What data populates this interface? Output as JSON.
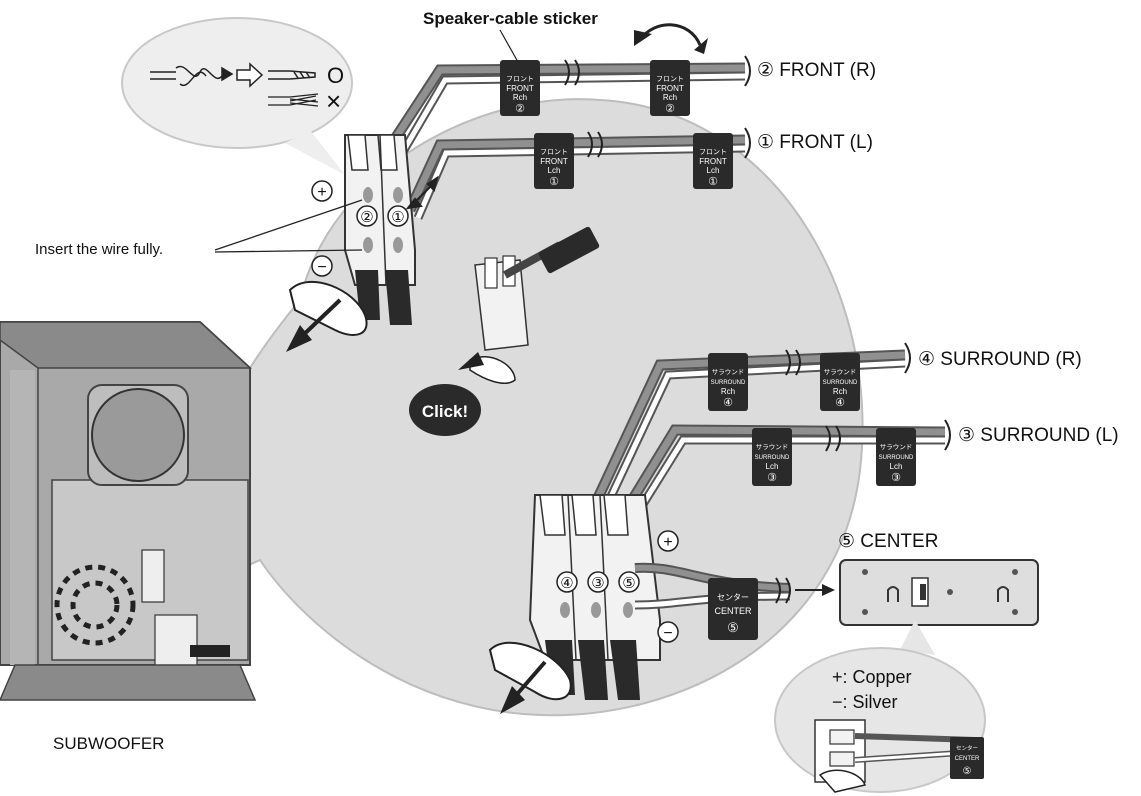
{
  "title": "Speaker-cable sticker",
  "instruction": "Insert the wire fully.",
  "click_label": "Click!",
  "symbols": {
    "ok": "O",
    "ng": "×",
    "plus": "+",
    "minus": "−"
  },
  "channels": {
    "front_r": "② FRONT (R)",
    "front_l": "① FRONT (L)",
    "surround_r": "④ SURROUND (R)",
    "surround_l": "③ SURROUND (L)",
    "center": "⑤ CENTER"
  },
  "stickers": {
    "front_r": {
      "jp": "フロント",
      "en": "FRONT",
      "ch": "Rch",
      "num": "②"
    },
    "front_l": {
      "jp": "フロント",
      "en": "FRONT",
      "ch": "Lch",
      "num": "①"
    },
    "surround_r": {
      "jp": "サラウンド",
      "en": "SURROUND",
      "ch": "Rch",
      "num": "④"
    },
    "surround_l": {
      "jp": "サラウンド",
      "en": "SURROUND",
      "ch": "Lch",
      "num": "③"
    },
    "center": {
      "jp": "センター",
      "en": "CENTER",
      "num": "⑤"
    }
  },
  "terminal_numbers": {
    "n1": "①",
    "n2": "②",
    "n3": "③",
    "n4": "④",
    "n5": "⑤"
  },
  "polarity": {
    "copper": "+: Copper",
    "silver": "−: Silver"
  },
  "device_label": "SUBWOOFER"
}
